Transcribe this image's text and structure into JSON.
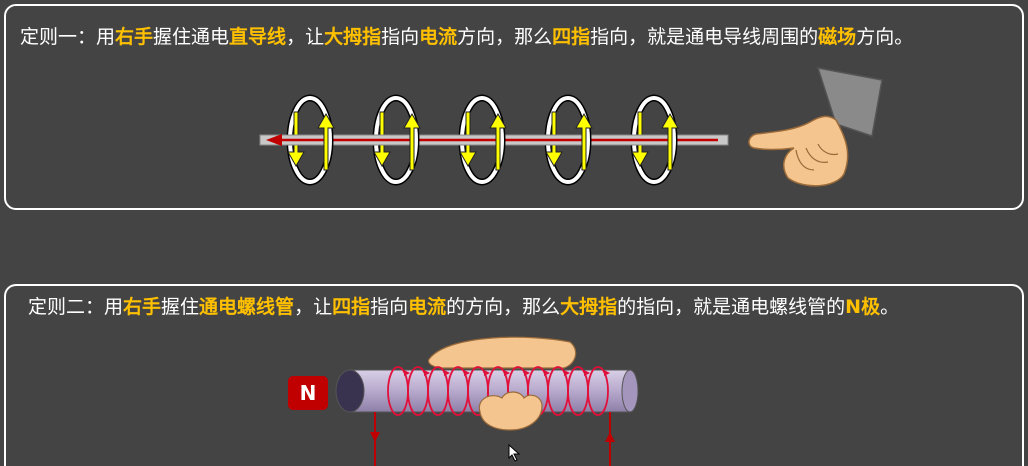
{
  "rule1": {
    "segments": [
      {
        "text": "定则一：用",
        "hl": false
      },
      {
        "text": "右手",
        "hl": true
      },
      {
        "text": "握住通电",
        "hl": false
      },
      {
        "text": "直导线",
        "hl": true
      },
      {
        "text": "，让",
        "hl": false
      },
      {
        "text": "大拇指",
        "hl": true
      },
      {
        "text": "指向",
        "hl": false
      },
      {
        "text": "电流",
        "hl": true
      },
      {
        "text": "方向，那么",
        "hl": false
      },
      {
        "text": "四指",
        "hl": true
      },
      {
        "text": "指向，就是通电导线周围的",
        "hl": false
      },
      {
        "text": "磁场",
        "hl": true
      },
      {
        "text": "方向。",
        "hl": false
      }
    ]
  },
  "rule2": {
    "segments": [
      {
        "text": "定则二：用",
        "hl": false
      },
      {
        "text": "右手",
        "hl": true
      },
      {
        "text": "握住",
        "hl": false
      },
      {
        "text": "通电螺线管",
        "hl": true
      },
      {
        "text": "，让",
        "hl": false
      },
      {
        "text": "四指",
        "hl": true
      },
      {
        "text": "指向",
        "hl": false
      },
      {
        "text": "电流",
        "hl": true
      },
      {
        "text": "的方向，那么",
        "hl": false
      },
      {
        "text": "大拇指",
        "hl": true
      },
      {
        "text": "的指向，就是通电螺线管的",
        "hl": false
      },
      {
        "text": "N极",
        "hl": true
      },
      {
        "text": "。",
        "hl": false
      }
    ]
  },
  "solenoid": {
    "pole_label": "N"
  },
  "colors": {
    "highlight": "#ffc000",
    "background": "#444444",
    "pole_badge": "#c00000",
    "arrow": "#ffff00",
    "current": "#c00000"
  },
  "icons": {
    "hand": "right-hand-icon",
    "cursor": "mouse-cursor-icon"
  }
}
